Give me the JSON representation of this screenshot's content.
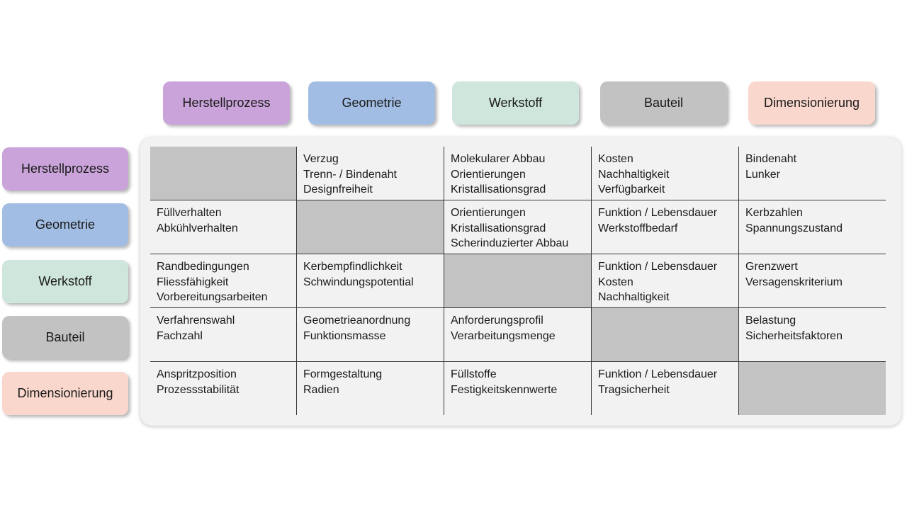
{
  "categories": [
    {
      "key": "herstellprozess",
      "label": "Herstellprozess",
      "color": "#c9a3d9"
    },
    {
      "key": "geometrie",
      "label": "Geometrie",
      "color": "#a1bde3"
    },
    {
      "key": "werkstoff",
      "label": "Werkstoff",
      "color": "#cfe6dc"
    },
    {
      "key": "bauteil",
      "label": "Bauteil",
      "color": "#c2c2c2"
    },
    {
      "key": "dimensionierung",
      "label": "Dimensionierung",
      "color": "#fad7cd"
    }
  ],
  "matrix": [
    [
      [],
      [
        "Verzug",
        "Trenn- / Bindenaht",
        "Designfreiheit"
      ],
      [
        "Molekularer Abbau",
        "Orientierungen",
        "Kristallisationsgrad"
      ],
      [
        "Kosten",
        "Nachhaltigkeit",
        "Verfügbarkeit"
      ],
      [
        "Bindenaht",
        "Lunker"
      ]
    ],
    [
      [
        "Füllverhalten",
        "Abkühlverhalten"
      ],
      [],
      [
        "Orientierungen",
        "Kristallisationsgrad",
        "Scherinduzierter Abbau"
      ],
      [
        "Funktion / Lebensdauer",
        "Werkstoffbedarf"
      ],
      [
        "Kerbzahlen",
        "Spannungszustand"
      ]
    ],
    [
      [
        "Randbedingungen",
        "Fliessfähigkeit",
        "Vorbereitungsarbeiten"
      ],
      [
        "Kerbempfindlichkeit",
        "Schwindungspotential"
      ],
      [],
      [
        "Funktion / Lebensdauer",
        "Kosten",
        "Nachhaltigkeit"
      ],
      [
        "Grenzwert",
        "Versagenskriterium"
      ]
    ],
    [
      [
        "Verfahrenswahl",
        "Fachzahl"
      ],
      [
        "Geometrieanordnung",
        "Funktionsmasse"
      ],
      [
        "Anforderungsprofil",
        "Verarbeitungsmenge"
      ],
      [],
      [
        "Belastung",
        "Sicherheitsfaktoren"
      ]
    ],
    [
      [
        "Anspritzposition",
        "Prozessstabilität"
      ],
      [
        "Formgestaltung",
        "Radien"
      ],
      [
        "Füllstoffe",
        "Festigkeitskennwerte"
      ],
      [
        "Funktion / Lebensdauer",
        "Tragsicherheit"
      ],
      []
    ]
  ]
}
